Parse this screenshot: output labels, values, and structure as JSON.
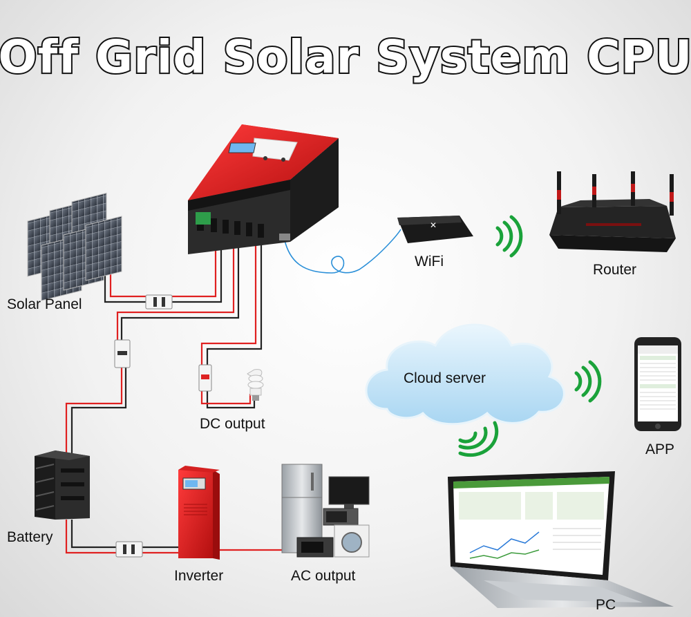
{
  "title": "Off Grid Solar System CPU",
  "labels": {
    "solar_panel": "Solar Panel",
    "wifi": "WiFi",
    "router": "Router",
    "cloud_server": "Cloud server",
    "dc_output": "DC output",
    "app": "APP",
    "battery": "Battery",
    "inverter": "Inverter",
    "ac_output": "AC output",
    "pc": "PC"
  },
  "colors": {
    "controller_red": "#e01f1f",
    "wire_red": "#e02020",
    "wire_black": "#222222",
    "data_cable": "#2a8fd8",
    "wireless_green": "#1aa23a",
    "cloud_blue": "#bfe0f5"
  }
}
